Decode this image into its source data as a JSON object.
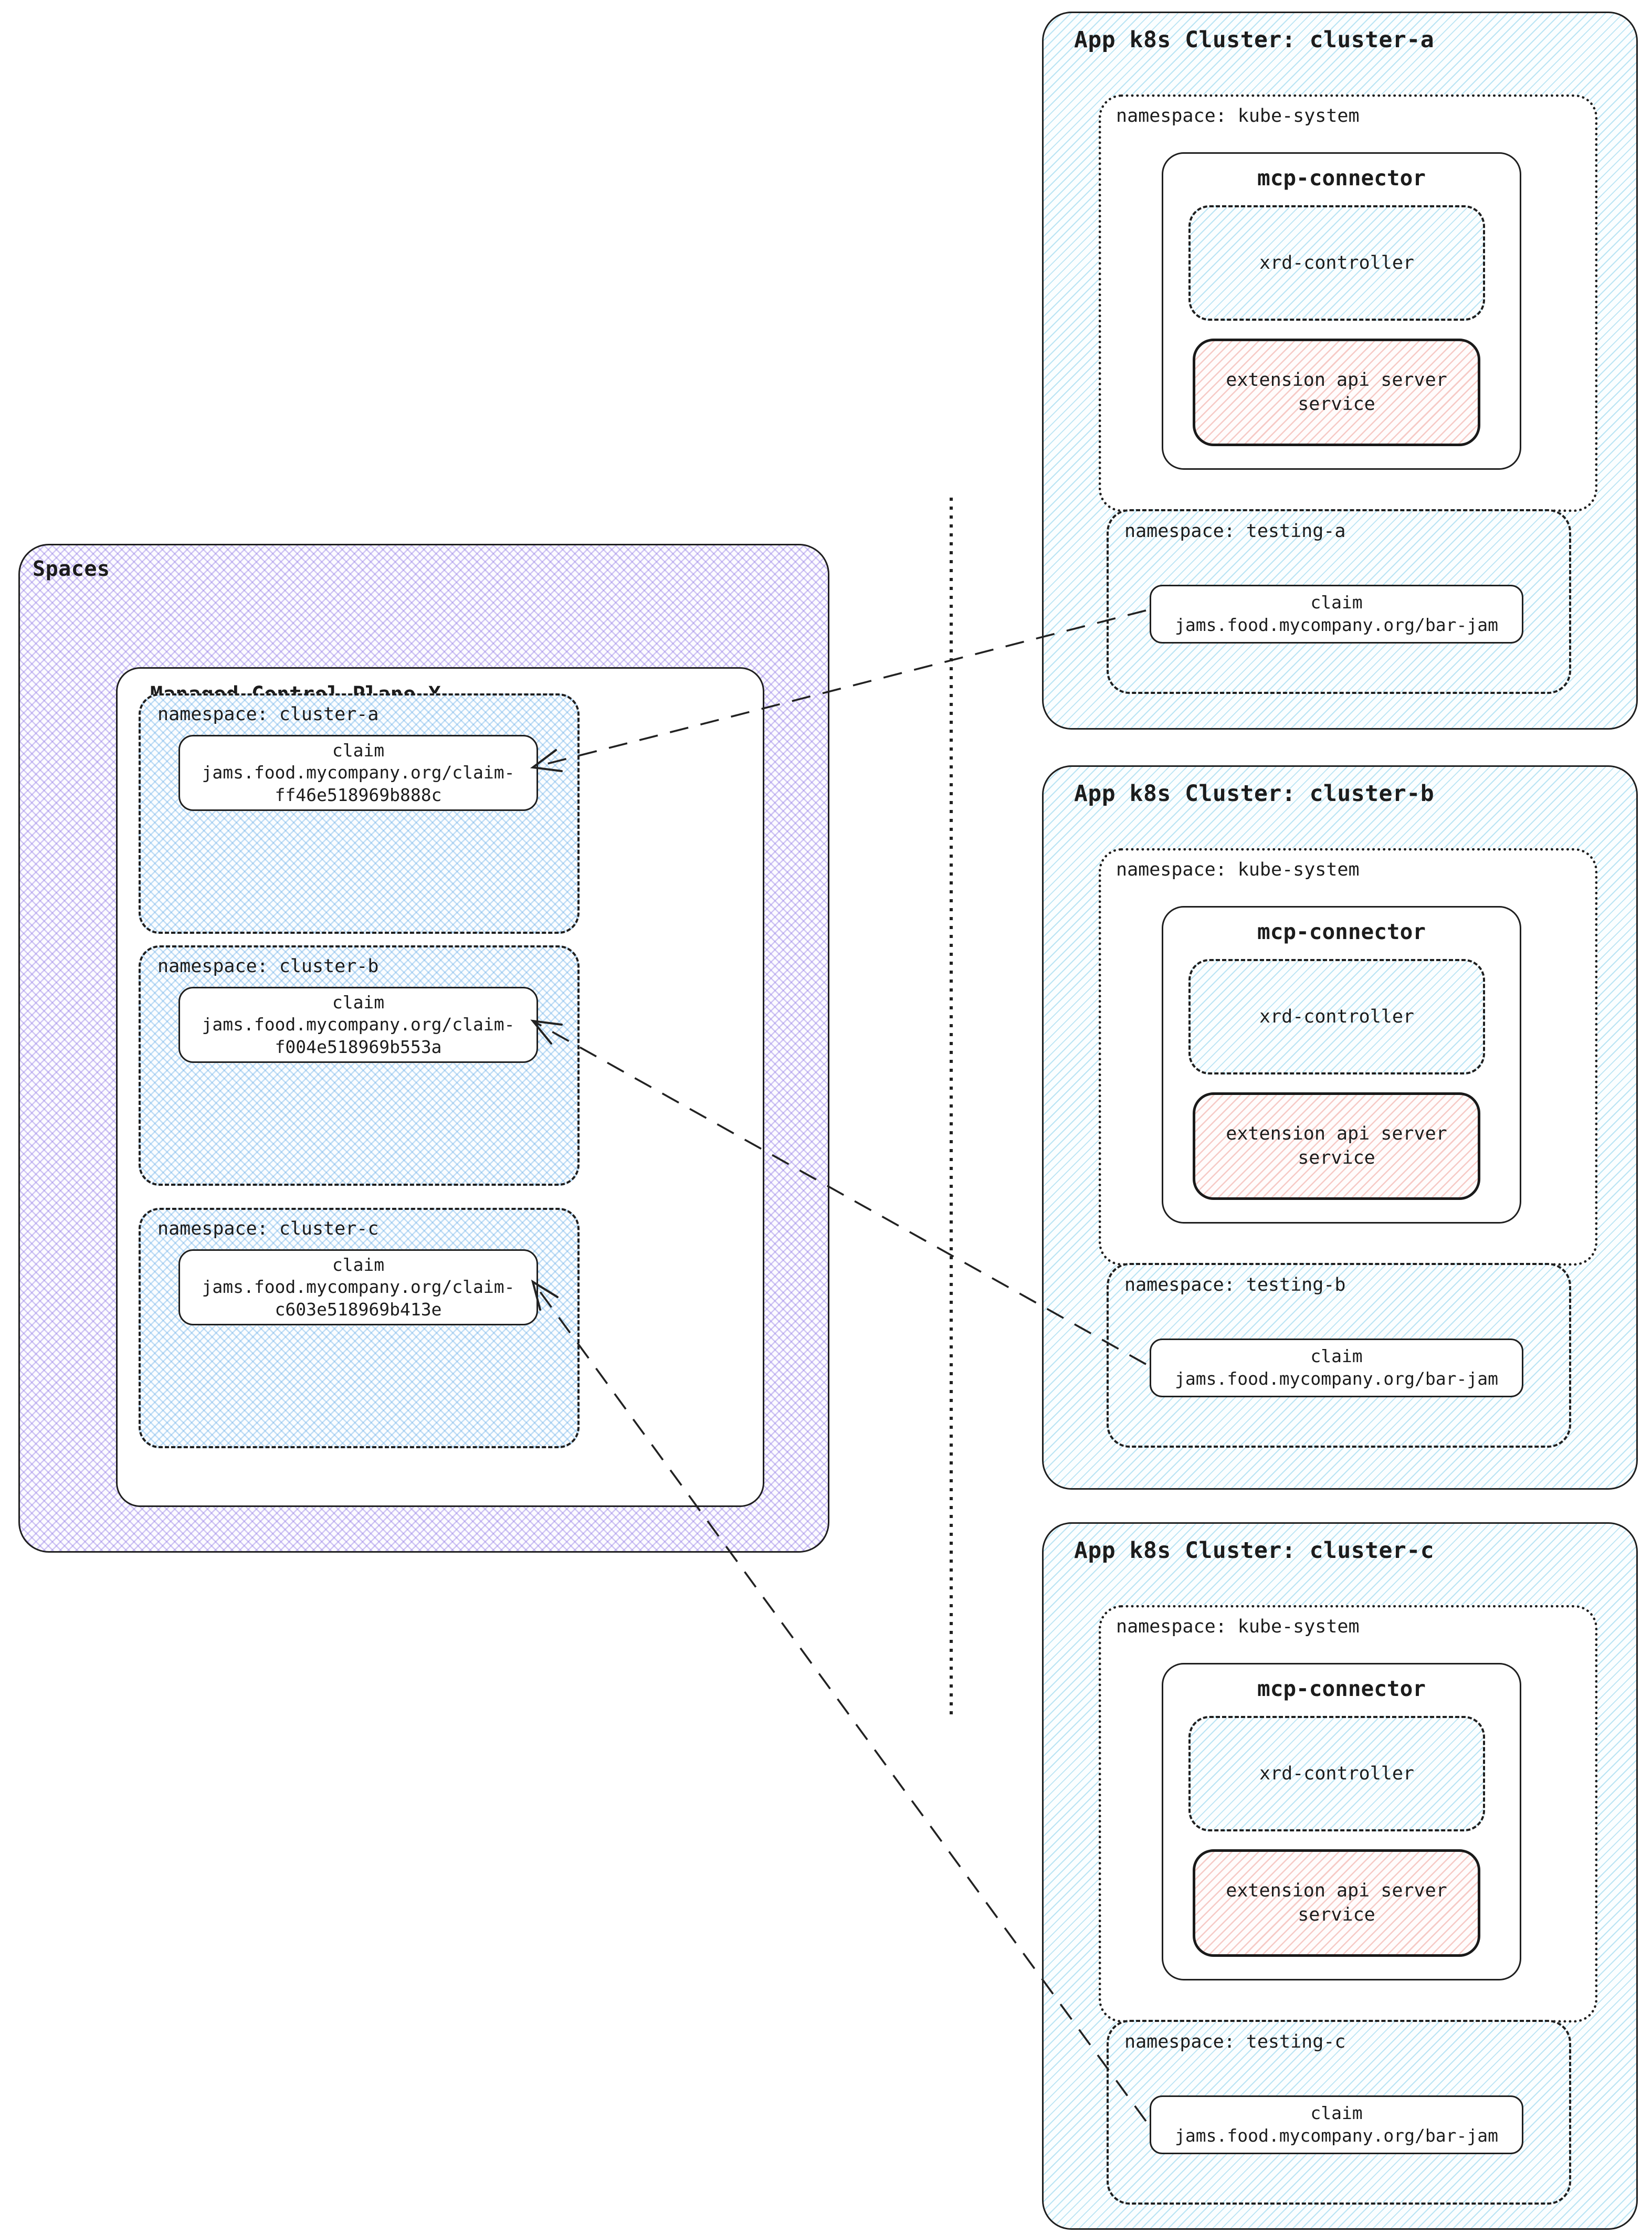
{
  "diagram": {
    "spaces": {
      "title": "Spaces",
      "control_plane": {
        "title": "Managed Control Plane X",
        "namespaces": [
          {
            "label": "namespace: cluster-a",
            "claim_title": "claim",
            "claim_line1": "jams.food.mycompany.org/claim-",
            "claim_line2": "ff46e518969b888c"
          },
          {
            "label": "namespace: cluster-b",
            "claim_title": "claim",
            "claim_line1": "jams.food.mycompany.org/claim-",
            "claim_line2": "f004e518969b553a"
          },
          {
            "label": "namespace: cluster-c",
            "claim_title": "claim",
            "claim_line1": "jams.food.mycompany.org/claim-",
            "claim_line2": "c603e518969b413e"
          }
        ]
      }
    },
    "clusters": [
      {
        "title": "App k8s Cluster: cluster-a",
        "kube_system": {
          "label": "namespace: kube-system",
          "mcp_connector": {
            "title": "mcp-connector",
            "xrd_controller": "xrd-controller",
            "extension_line1": "extension api server",
            "extension_line2": "service"
          }
        },
        "testing": {
          "label": "namespace: testing-a",
          "claim_title": "claim",
          "claim_line": "jams.food.mycompany.org/bar-jam"
        }
      },
      {
        "title": "App k8s Cluster: cluster-b",
        "kube_system": {
          "label": "namespace: kube-system",
          "mcp_connector": {
            "title": "mcp-connector",
            "xrd_controller": "xrd-controller",
            "extension_line1": "extension api server",
            "extension_line2": "service"
          }
        },
        "testing": {
          "label": "namespace: testing-b",
          "claim_title": "claim",
          "claim_line": "jams.food.mycompany.org/bar-jam"
        }
      },
      {
        "title": "App k8s Cluster: cluster-c",
        "kube_system": {
          "label": "namespace: kube-system",
          "mcp_connector": {
            "title": "mcp-connector",
            "xrd_controller": "xrd-controller",
            "extension_line1": "extension api server",
            "extension_line2": "service"
          }
        },
        "testing": {
          "label": "namespace: testing-c",
          "claim_title": "claim",
          "claim_line": "jams.food.mycompany.org/bar-jam"
        }
      }
    ],
    "colors": {
      "stroke": "#222222",
      "purple_hatch": "#8e76e4",
      "blue_cross_hatch": "#62aae6",
      "blue_diag_hatch": "#60c1e4",
      "red_diag_hatch": "#e97e74"
    }
  }
}
